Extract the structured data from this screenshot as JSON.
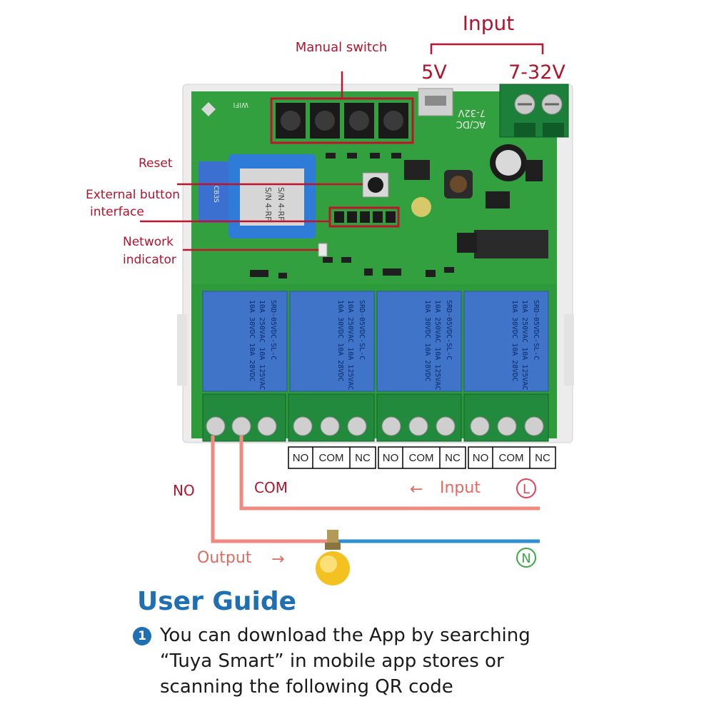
{
  "labels": {
    "manual_switch": "Manual switch",
    "reset": "Reset",
    "external_button_line1": "External button",
    "external_button_line2": "interface",
    "network_line1": "Network",
    "network_line2": "indicator",
    "input_header": "Input",
    "v5": "5V",
    "v7_32": "7-32V"
  },
  "board": {
    "wifi_text": "WIFI",
    "acdc_text": "AC/DC",
    "voltage_text": "7-32V",
    "module_text1": "S/N 4-RF",
    "module_text2": "S/N 4-RF",
    "module_text3": "CB3S",
    "relay_lines": [
      "SRD-05VDC-SL-C",
      "10A 250VAC 10A 125VAC",
      "10A 30VDC 10A 28VDC"
    ]
  },
  "terminals": {
    "groups": [
      [
        "NO",
        "COM",
        "NC"
      ],
      [
        "NO",
        "COM",
        "NC"
      ],
      [
        "NO",
        "COM",
        "NC"
      ]
    ]
  },
  "wiring": {
    "no": "NO",
    "com": "COM",
    "input": "Input",
    "input_arrow": "←",
    "output": "Output",
    "output_arrow": "→",
    "l_symbol": "L",
    "n_symbol": "N"
  },
  "colors": {
    "line_wire": "#f08a80",
    "neutral_wire": "#2f8fd0",
    "label_red": "#b0142c",
    "guide_blue": "#1f6fb3",
    "pcb_green": "#2f9a3a",
    "relay_blue": "#3f74c8"
  },
  "guide": {
    "title": "User Guide",
    "step_number": "1",
    "step_lines": [
      "You can download the App by searching",
      "“Tuya Smart”  in mobile app stores or",
      "scanning the following QR code"
    ]
  }
}
